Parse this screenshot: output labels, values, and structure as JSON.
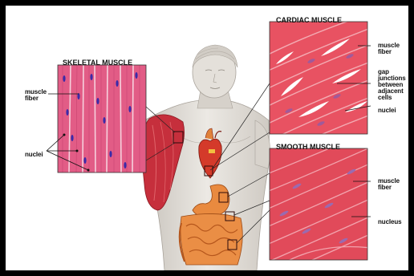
{
  "colors": {
    "border": "#000000",
    "muscle_pink": "#e05a82",
    "cardiac_red": "#e8525f",
    "smooth_red": "#e14a5a",
    "skin": "#e6e2dc",
    "shoulder_muscle": "#c82e3a",
    "heart": "#d53a2a",
    "organ_orange": "#e8823c"
  },
  "panels": {
    "skeletal": {
      "title": "SKELETAL MUSCLE",
      "labels": {
        "muscle_fiber": [
          "muscle",
          "fiber"
        ],
        "nuclei": "nuclei"
      }
    },
    "cardiac": {
      "title": "CARDIAC MUSCLE",
      "labels": {
        "muscle_fiber": [
          "muscle",
          "fiber"
        ],
        "gap_junctions": [
          "gap",
          "junctions",
          "between",
          "adjacent",
          "cells"
        ],
        "nuclei": "nuclei"
      }
    },
    "smooth": {
      "title": "SMOOTH MUSCLE",
      "labels": {
        "muscle_fiber": [
          "muscle",
          "fiber"
        ],
        "nucleus": "nucleus"
      }
    }
  },
  "icons": [
    "human-torso-illustration",
    "heart-icon",
    "stomach-icon",
    "intestine-icon"
  ]
}
